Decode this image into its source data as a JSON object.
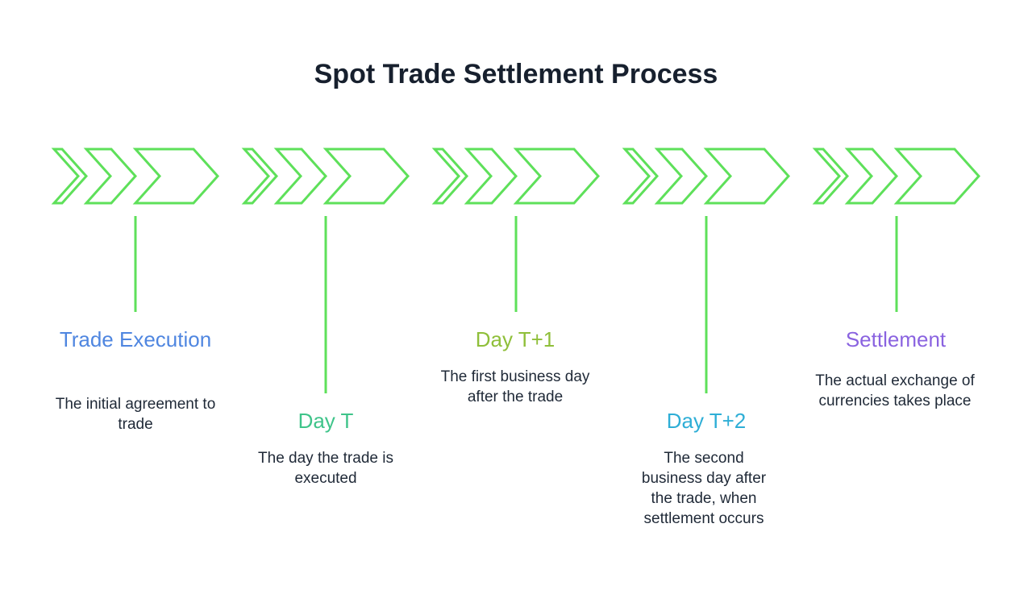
{
  "title": "Spot Trade Settlement Process",
  "colors": {
    "chevron_stroke": "#5ee05a",
    "connector": "#5ee05a",
    "title_text": "#17202e",
    "body_text": "#1f2937"
  },
  "stages": [
    {
      "title": "Trade Execution",
      "description": "The initial agreement to trade",
      "color": "#4f86e0",
      "label_position": "upper"
    },
    {
      "title": "Day T",
      "description": "The day the trade is executed",
      "color": "#3fc48a",
      "label_position": "lower"
    },
    {
      "title": "Day T+1",
      "description": "The first business day after the trade",
      "color": "#8fbf3a",
      "label_position": "upper"
    },
    {
      "title": "Day T+2",
      "description": "The second business day after the trade, when settlement occurs",
      "color": "#2eaed6",
      "label_position": "lower"
    },
    {
      "title": "Settlement",
      "description": "The actual exchange of currencies takes place",
      "color": "#8a63e0",
      "label_position": "upper"
    }
  ]
}
